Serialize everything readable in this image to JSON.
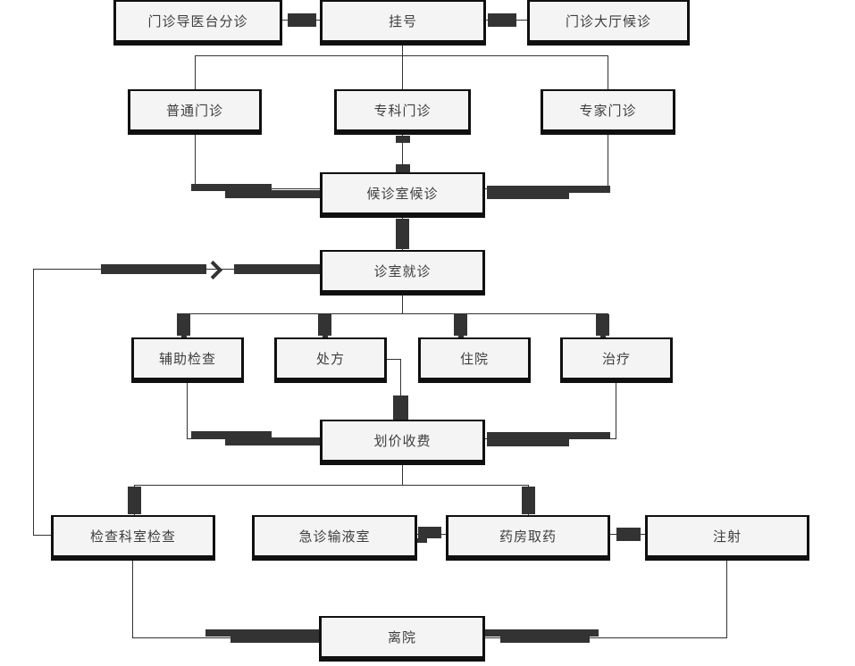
{
  "diagram_type": "hospital-outpatient-flowchart",
  "colors": {
    "background": "#ffffff",
    "node_fill": "#f4f4f4",
    "node_border": "#101010",
    "node_text": "#3e3e3e",
    "connector": "#333333"
  },
  "nodes": {
    "triage": {
      "label": "门诊导医台分诊"
    },
    "register": {
      "label": "挂号"
    },
    "hall_wait": {
      "label": "门诊大厅候诊"
    },
    "general_clinic": {
      "label": "普通门诊"
    },
    "specialty_clinic": {
      "label": "专科门诊"
    },
    "expert_clinic": {
      "label": "专家门诊"
    },
    "waiting_room": {
      "label": "候诊室候诊"
    },
    "consult_room": {
      "label": "诊室就诊"
    },
    "aux_exam": {
      "label": "辅助检查"
    },
    "prescription": {
      "label": "处方"
    },
    "hospitalize": {
      "label": "住院"
    },
    "treatment": {
      "label": "治疗"
    },
    "pricing_fee": {
      "label": "划价收费"
    },
    "exam_dept": {
      "label": "检查科室检查"
    },
    "infusion_room": {
      "label": "急诊输液室"
    },
    "pharmacy": {
      "label": "药房取药"
    },
    "injection": {
      "label": "注射"
    },
    "discharge": {
      "label": "离院"
    }
  },
  "edges": [
    {
      "from": "triage",
      "to": "register"
    },
    {
      "from": "register",
      "to": "hall_wait"
    },
    {
      "from": "register",
      "to": "general_clinic"
    },
    {
      "from": "register",
      "to": "specialty_clinic"
    },
    {
      "from": "register",
      "to": "expert_clinic"
    },
    {
      "from": "general_clinic",
      "to": "waiting_room"
    },
    {
      "from": "specialty_clinic",
      "to": "waiting_room"
    },
    {
      "from": "expert_clinic",
      "to": "waiting_room"
    },
    {
      "from": "waiting_room",
      "to": "consult_room"
    },
    {
      "from": "consult_room",
      "to": "aux_exam"
    },
    {
      "from": "consult_room",
      "to": "prescription"
    },
    {
      "from": "consult_room",
      "to": "hospitalize"
    },
    {
      "from": "consult_room",
      "to": "treatment"
    },
    {
      "from": "aux_exam",
      "to": "pricing_fee"
    },
    {
      "from": "prescription",
      "to": "pricing_fee"
    },
    {
      "from": "treatment",
      "to": "pricing_fee"
    },
    {
      "from": "pricing_fee",
      "to": "exam_dept"
    },
    {
      "from": "pricing_fee",
      "to": "pharmacy"
    },
    {
      "from": "exam_dept",
      "to": "consult_room",
      "arrow": true
    },
    {
      "from": "infusion_room",
      "to": "pharmacy"
    },
    {
      "from": "pharmacy",
      "to": "injection"
    },
    {
      "from": "exam_dept",
      "to": "discharge"
    },
    {
      "from": "injection",
      "to": "discharge"
    }
  ]
}
